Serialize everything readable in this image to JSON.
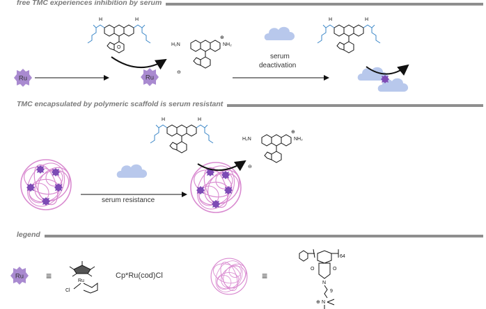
{
  "sections": {
    "s1": "free TMC experiences inhibition by serum",
    "s2": "TMC encapsulated by polymeric scaffold is serum resistant",
    "s3": "legend"
  },
  "labels": {
    "ru": "Ru",
    "serum": "serum",
    "deactivation": "deactivation",
    "serum_resistance": "serum resistance",
    "cp_ru": "Cp*Ru(cod)Cl",
    "legend_ru": "Ru",
    "equiv": "≡"
  },
  "chem": {
    "H": "H",
    "N": "N",
    "O": "O",
    "NH2": "NH₂",
    "H2N": "H₂N",
    "Cl": "Cl",
    "n9": "9",
    "n64": "64",
    "Nplus": "N",
    "plus": "⊕",
    "minus": "⊖"
  },
  "colors": {
    "ru_star": "#a98ad0",
    "polymer": "#d98ad0",
    "dot": "#7d4bb5",
    "serum": "#b8c8ec",
    "carbamate": "#3a86c7",
    "rule": "#8e8e8e"
  }
}
